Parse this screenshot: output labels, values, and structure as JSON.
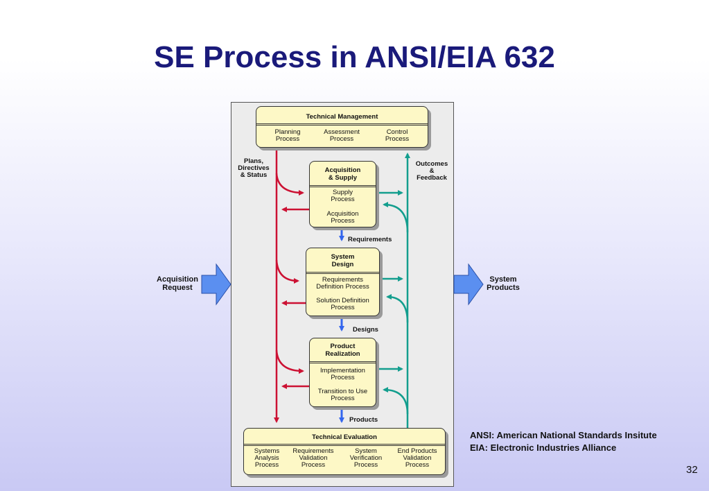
{
  "title": "SE Process in ANSI/EIA 632",
  "technical_management": {
    "header": "Technical Management",
    "items": [
      "Planning\nProcess",
      "Assessment\nProcess",
      "Control\nProcess"
    ]
  },
  "acquisition_supply": {
    "header": "Acquisition\n& Supply",
    "items": [
      "Supply\nProcess",
      "Acquisition\nProcess"
    ]
  },
  "system_design": {
    "header": "System\nDesign",
    "items": [
      "Requirements\nDefinition Process",
      "Solution Definition\nProcess"
    ]
  },
  "product_realization": {
    "header": "Product\nRealization",
    "items": [
      "Implementation\nProcess",
      "Transition to Use\nProcess"
    ]
  },
  "technical_evaluation": {
    "header": "Technical Evaluation",
    "items": [
      "Systems\nAnalysis\nProcess",
      "Requirements\nValidation\nProcess",
      "System\nVerification\nProcess",
      "End Products\nValidation\nProcess"
    ]
  },
  "labels": {
    "plans": "Plans,\nDirectives\n& Status",
    "outcomes": "Outcomes\n&\nFeedback",
    "requirements": "Requirements",
    "designs": "Designs",
    "products": "Products"
  },
  "input_label": "Acquisition\nRequest",
  "output_label": "System\nProducts",
  "notes": [
    "ANSI: American National Standards Insitute",
    "EIA: Electronic Industries Alliance"
  ],
  "page_number": "32",
  "colors": {
    "title": "#1a1a7a",
    "control_arrow": "#cc1133",
    "feedback_arrow": "#139e8e",
    "flow_arrow": "#3366ee",
    "box_fill": "#fdf8c6",
    "big_arrow_fill": "#5b8ff0"
  }
}
